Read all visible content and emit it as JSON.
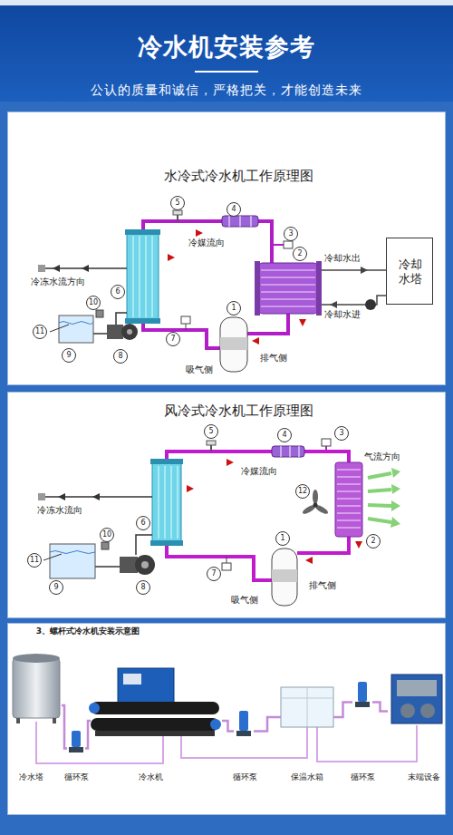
{
  "diagram": {
    "title": "冷水机安装参考",
    "nodes": [
      {
        "text": [
          "水冷式冷水机工作原理图"
        ]
      },
      {
        "text": [
          "冷却水塔"
        ],
        "in": 0
      },
      {
        "text": [
          "风冷式冷水机工作原理图"
        ]
      },
      {
        "text": [
          "3、螺杆式冷水机安装示意图"
        ]
      },
      {
        "text": [
          "冷水塔"
        ],
        "in": 3
      },
      {
        "text": [
          "循环泵"
        ],
        "in": 3
      },
      {
        "text": [
          "冷水机"
        ],
        "in": 3
      },
      {
        "text": [
          "循环泵"
        ],
        "in": 3
      },
      {
        "text": [
          "保温水箱"
        ],
        "in": 3
      },
      {
        "text": [
          "循环泵"
        ],
        "in": 3
      },
      {
        "text": [
          "末端设备"
        ],
        "in": 3
      }
    ],
    "edges": [
      {
        "from": 4,
        "to": 5,
        "arrow": "none"
      },
      {
        "from": 5,
        "to": 6,
        "arrow": "none"
      },
      {
        "from": 6,
        "to": 7,
        "arrow": "none"
      },
      {
        "from": 7,
        "to": 8,
        "arrow": "none"
      },
      {
        "from": 8,
        "to": 9,
        "arrow": "none"
      },
      {
        "from": 9,
        "to": 10,
        "arrow": "none"
      }
    ],
    "labels": [
      "公认的质量和诚信，严格把关，才能创造未来",
      "5",
      "4",
      "3",
      "2",
      "1",
      "6",
      "10",
      "11",
      "9",
      "8",
      "7",
      "冷媒流向",
      "冷却水出",
      "冷却水进",
      "冷冻水流方向",
      "排气侧",
      "吸气侧",
      "5",
      "4",
      "3",
      "12",
      "2",
      "1",
      "6",
      "10",
      "11",
      "9",
      "8",
      "7",
      "冷媒流向",
      "气流方向",
      "冷冻水流向",
      "排气侧",
      "吸气侧"
    ]
  }
}
